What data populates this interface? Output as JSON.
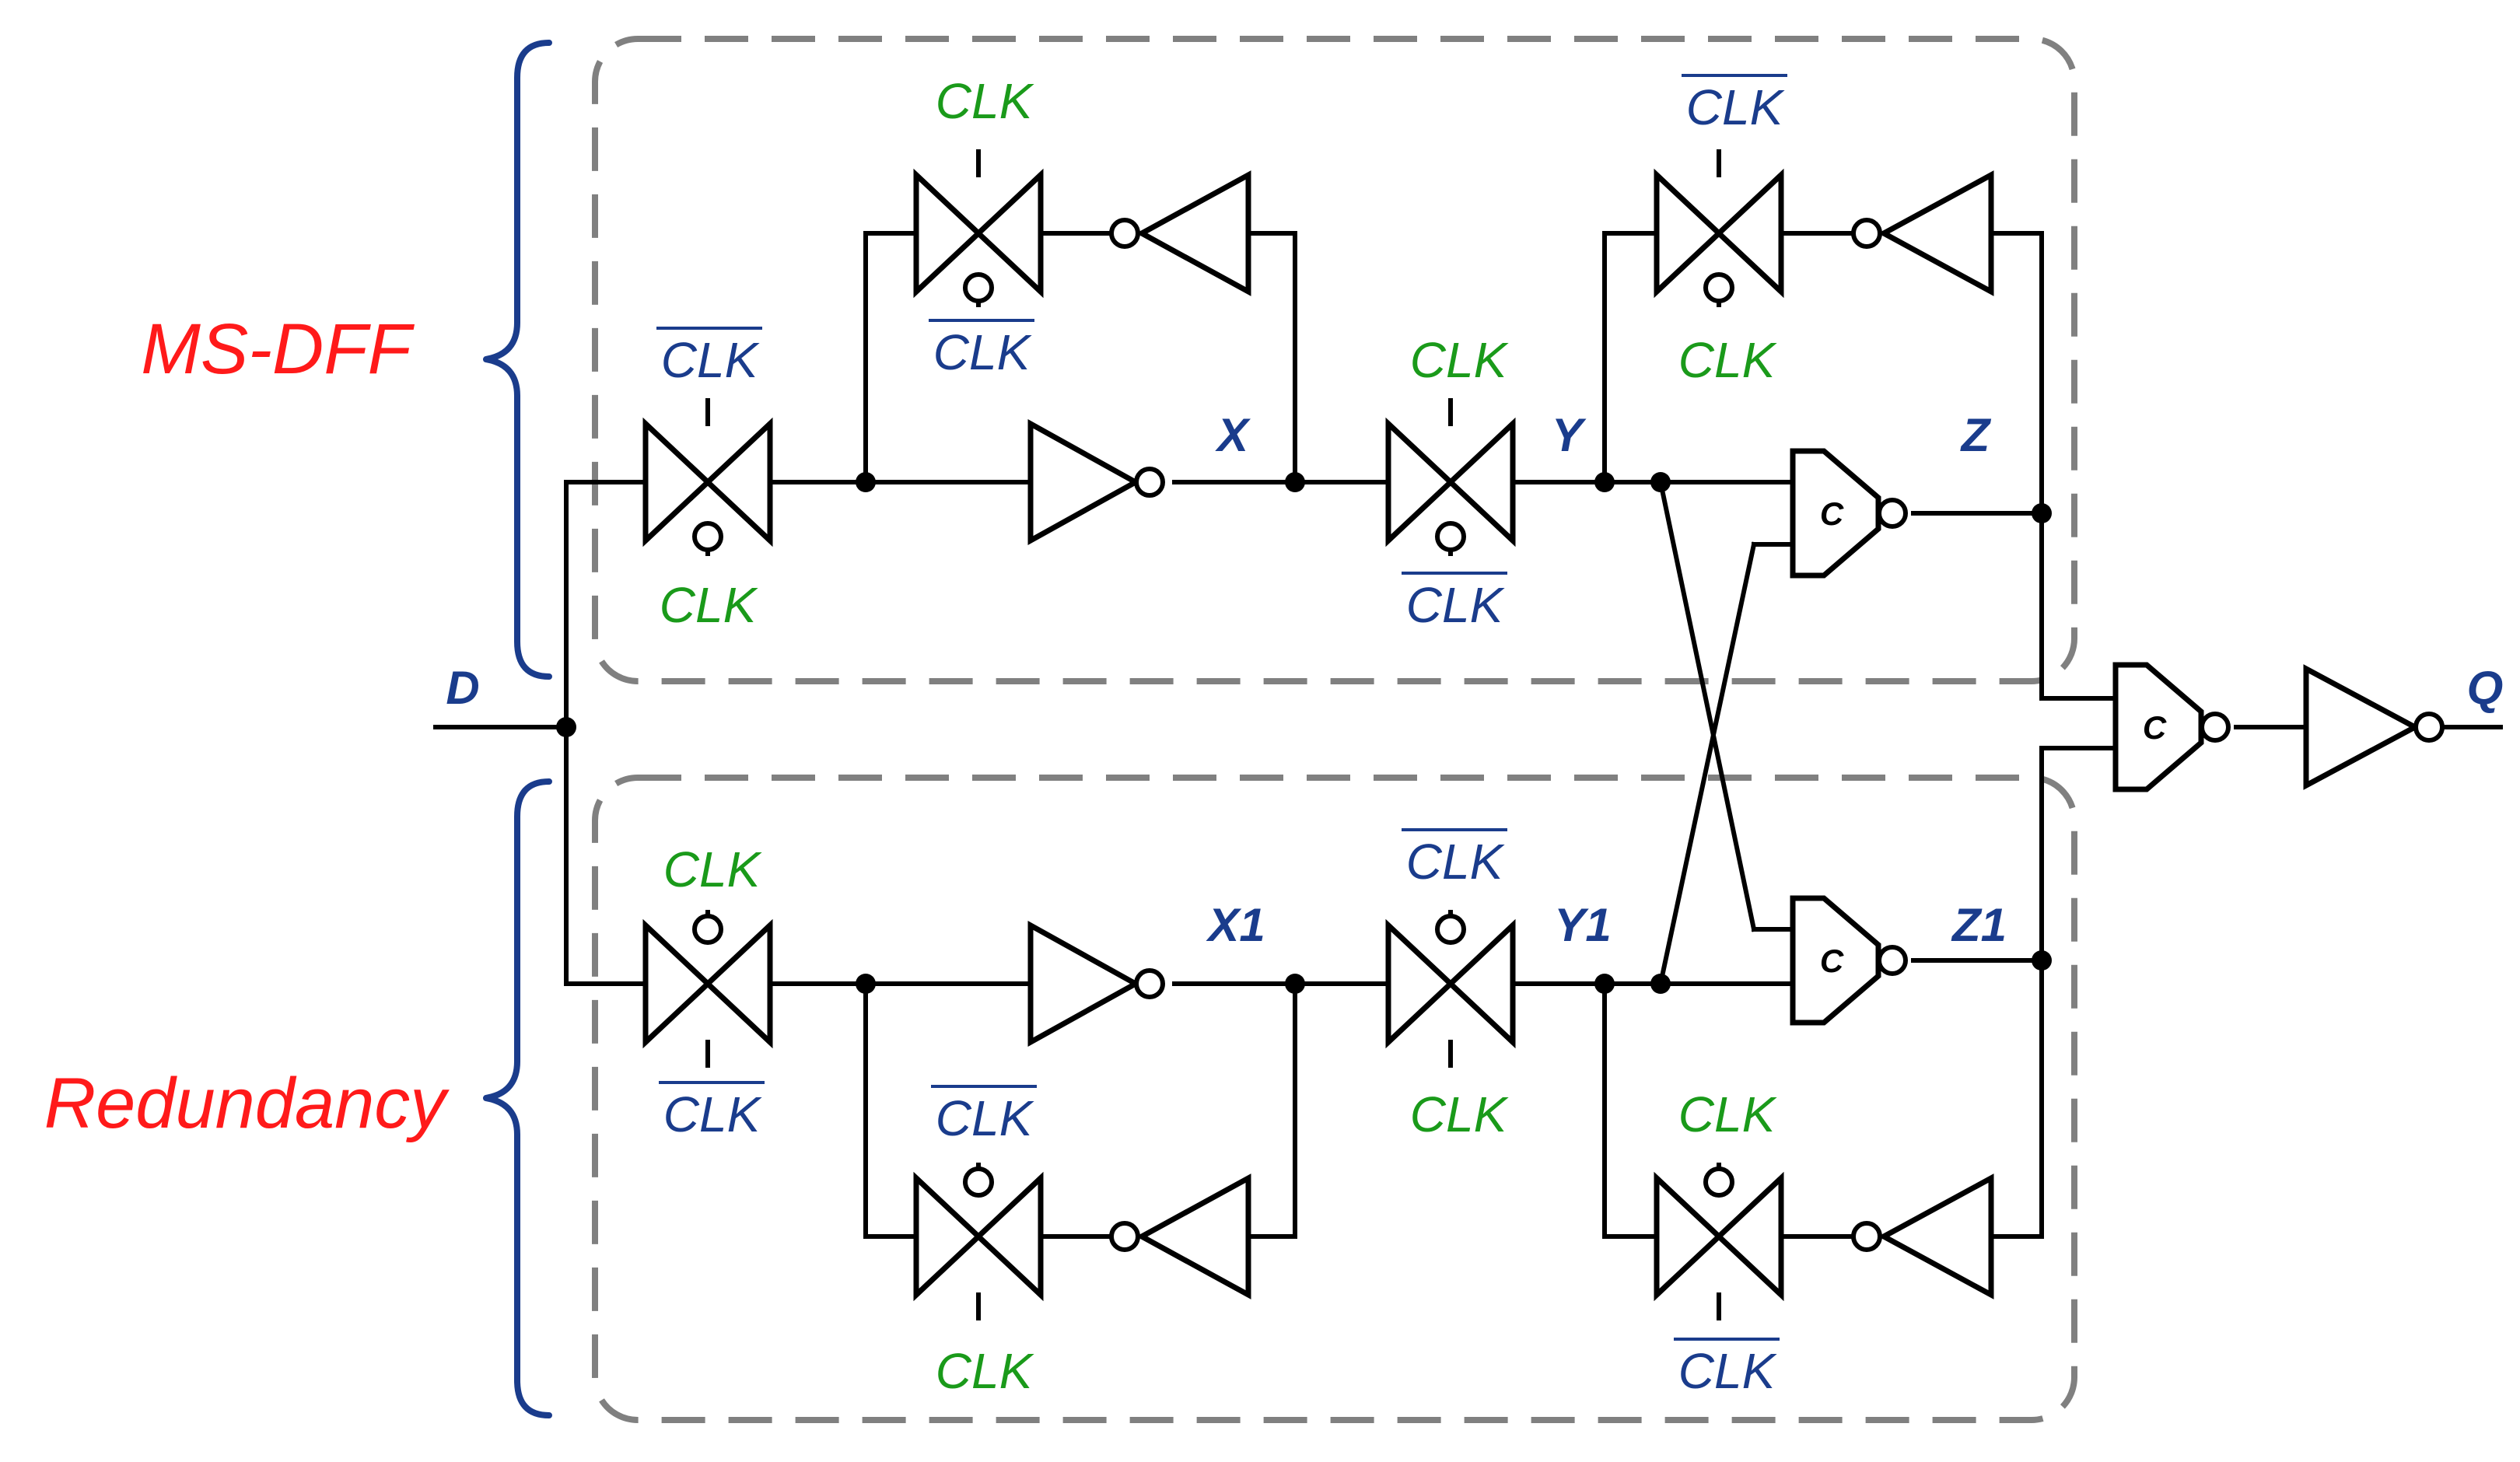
{
  "colors": {
    "clk": "#1a9a1a",
    "clk_bar": "#1a3c8c",
    "node": "#1a3c8c",
    "group": "#ff1a1a",
    "brace": "#1a3c8c",
    "dashed_box": "#808080",
    "wire": "#000000"
  },
  "groups": {
    "top": "MS-DFF",
    "bottom": "Redundancy"
  },
  "clock": {
    "clk": "CLK",
    "clk_bar": "CLK"
  },
  "nodes": {
    "d": "D",
    "x": "X",
    "y": "Y",
    "z": "Z",
    "x1": "X1",
    "y1": "Y1",
    "z1": "Z1",
    "q": "Q"
  },
  "c_element": "C",
  "icons": [
    "transmission-gate-icon",
    "inverter-icon",
    "c-element-icon",
    "curly-brace-icon"
  ]
}
